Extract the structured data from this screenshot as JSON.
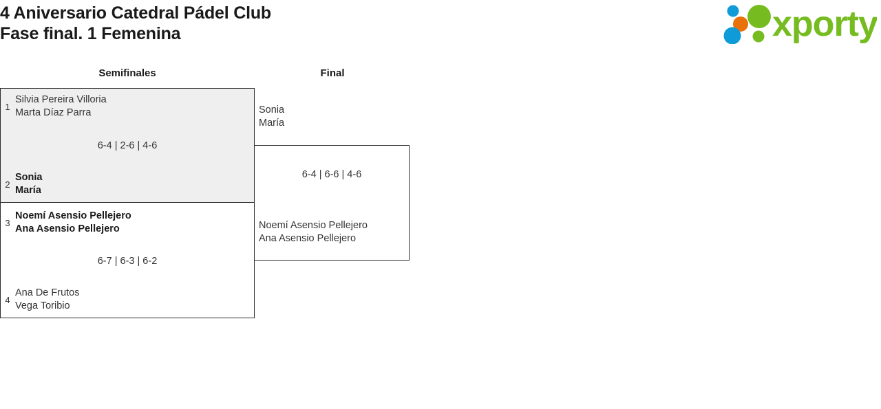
{
  "header": {
    "title_line1": "4 Aniversario Catedral Pádel Club",
    "title_line2": "Fase final. 1 Femenina",
    "logo_text": "xporty"
  },
  "colors": {
    "logo_green": "#76bc21",
    "logo_blue": "#0f9bd7",
    "logo_orange": "#e8710a",
    "box_border": "#2b2b2b",
    "box_shaded": "#efefef",
    "text": "#333333"
  },
  "bracket": {
    "rounds": [
      {
        "label": "Semifinales"
      },
      {
        "label": "Final"
      }
    ],
    "matches": {
      "semifinal_1": {
        "score": "6-4 | 2-6 | 4-6",
        "top": {
          "seed": "1",
          "player1": "Silvia Pereira Villoria",
          "player2": "Marta Díaz Parra",
          "winner": false
        },
        "bottom": {
          "seed": "2",
          "player1": "Sonia",
          "player2": "María",
          "winner": true
        }
      },
      "semifinal_2": {
        "score": "6-7 | 6-3 | 6-2",
        "top": {
          "seed": "3",
          "player1": "Noemí Asensio Pellejero",
          "player2": "Ana Asensio Pellejero",
          "winner": true
        },
        "bottom": {
          "seed": "4",
          "player1": "Ana De Frutos",
          "player2": "Vega Toribio",
          "winner": false
        }
      },
      "final": {
        "score": "6-4 | 6-6 | 4-6",
        "top": {
          "player1": "Sonia",
          "player2": "María",
          "winner": false
        },
        "bottom": {
          "player1": "Noemí Asensio Pellejero",
          "player2": "Ana Asensio Pellejero",
          "winner": false
        }
      }
    }
  }
}
